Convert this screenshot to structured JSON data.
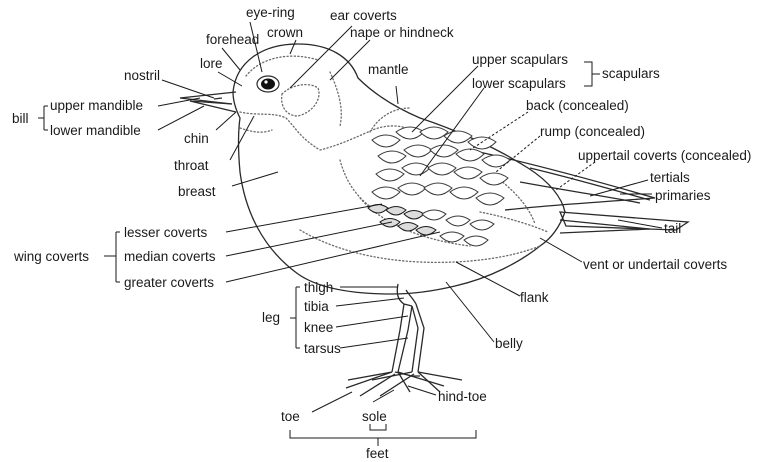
{
  "labels": {
    "eye_ring": "eye-ring",
    "ear_coverts": "ear coverts",
    "forehead": "forehead",
    "crown": "crown",
    "nape": "nape or hindneck",
    "lore": "lore",
    "nostril": "nostril",
    "mantle": "mantle",
    "upper_scapulars": "upper scapulars",
    "lower_scapulars": "lower scapulars",
    "scapulars": "scapulars",
    "bill": "bill",
    "upper_mandible": "upper mandible",
    "lower_mandible": "lower mandible",
    "back": "back (concealed)",
    "chin": "chin",
    "rump": "rump (concealed)",
    "throat": "throat",
    "uppertail_coverts": "uppertail coverts (concealed)",
    "tertials": "tertials",
    "breast": "breast",
    "primaries": "primaries",
    "lesser_coverts": "lesser coverts",
    "tail": "tail",
    "wing_coverts": "wing coverts",
    "median_coverts": "median coverts",
    "vent": "vent or undertail coverts",
    "greater_coverts": "greater coverts",
    "thigh": "thigh",
    "flank": "flank",
    "leg": "leg",
    "tibia": "tibia",
    "knee": "knee",
    "belly": "belly",
    "tarsus": "tarsus",
    "hind_toe": "hind-toe",
    "toe": "toe",
    "sole": "sole",
    "feet": "feet"
  }
}
